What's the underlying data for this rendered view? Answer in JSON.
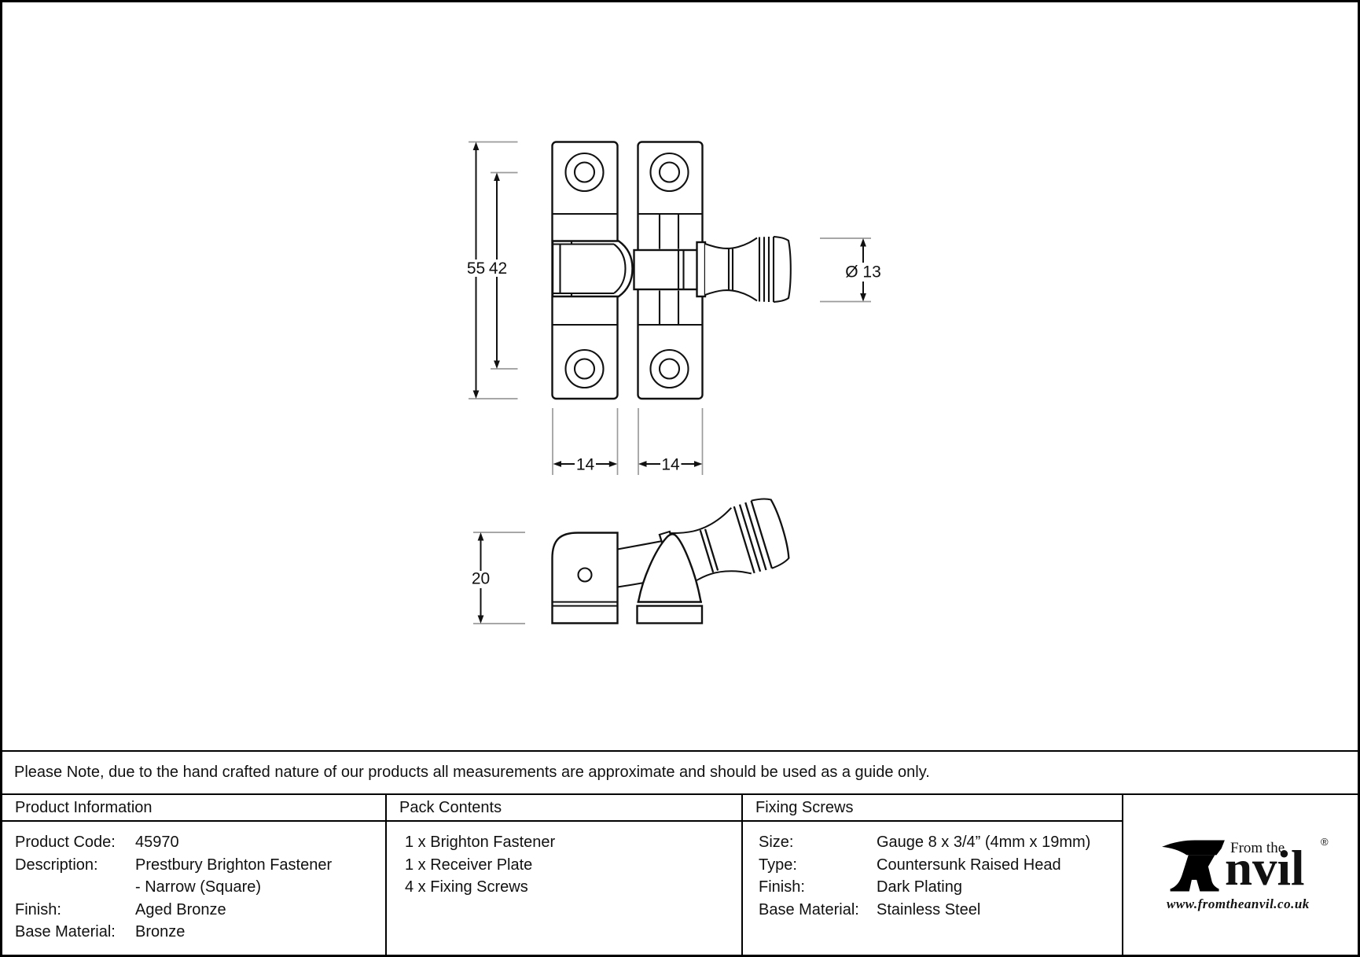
{
  "drawing": {
    "dims": {
      "overall_height": "55",
      "hole_centres": "42",
      "knob_diameter": "Ø 13",
      "left_plate_width": "14",
      "right_plate_width": "14",
      "receiver_height": "20"
    }
  },
  "note": "Please Note, due to the hand crafted nature of our products all measurements are approximate and should be used as a guide only.",
  "product_information": {
    "header": "Product Information",
    "rows": [
      {
        "label": "Product Code:",
        "value": "45970"
      },
      {
        "label": "Description:",
        "value": "Prestbury Brighton Fastener"
      },
      {
        "label": "",
        "value": "- Narrow (Square)"
      },
      {
        "label": "Finish:",
        "value": "Aged Bronze"
      },
      {
        "label": "Base Material:",
        "value": "Bronze"
      }
    ]
  },
  "pack_contents": {
    "header": "Pack Contents",
    "items": [
      "1 x Brighton Fastener",
      "1 x Receiver Plate",
      "4 x Fixing Screws"
    ]
  },
  "fixing_screws": {
    "header": "Fixing Screws",
    "rows": [
      {
        "label": "Size:",
        "value": "Gauge 8 x 3/4” (4mm x 19mm)"
      },
      {
        "label": "Type:",
        "value": "Countersunk Raised Head"
      },
      {
        "label": "Finish:",
        "value": "Dark Plating"
      },
      {
        "label": "Base Material:",
        "value": "Stainless Steel"
      }
    ]
  },
  "logo": {
    "tagline": "From the",
    "wordmark": "nvil",
    "registered": "®",
    "website": "www.fromtheanvil.co.uk"
  }
}
